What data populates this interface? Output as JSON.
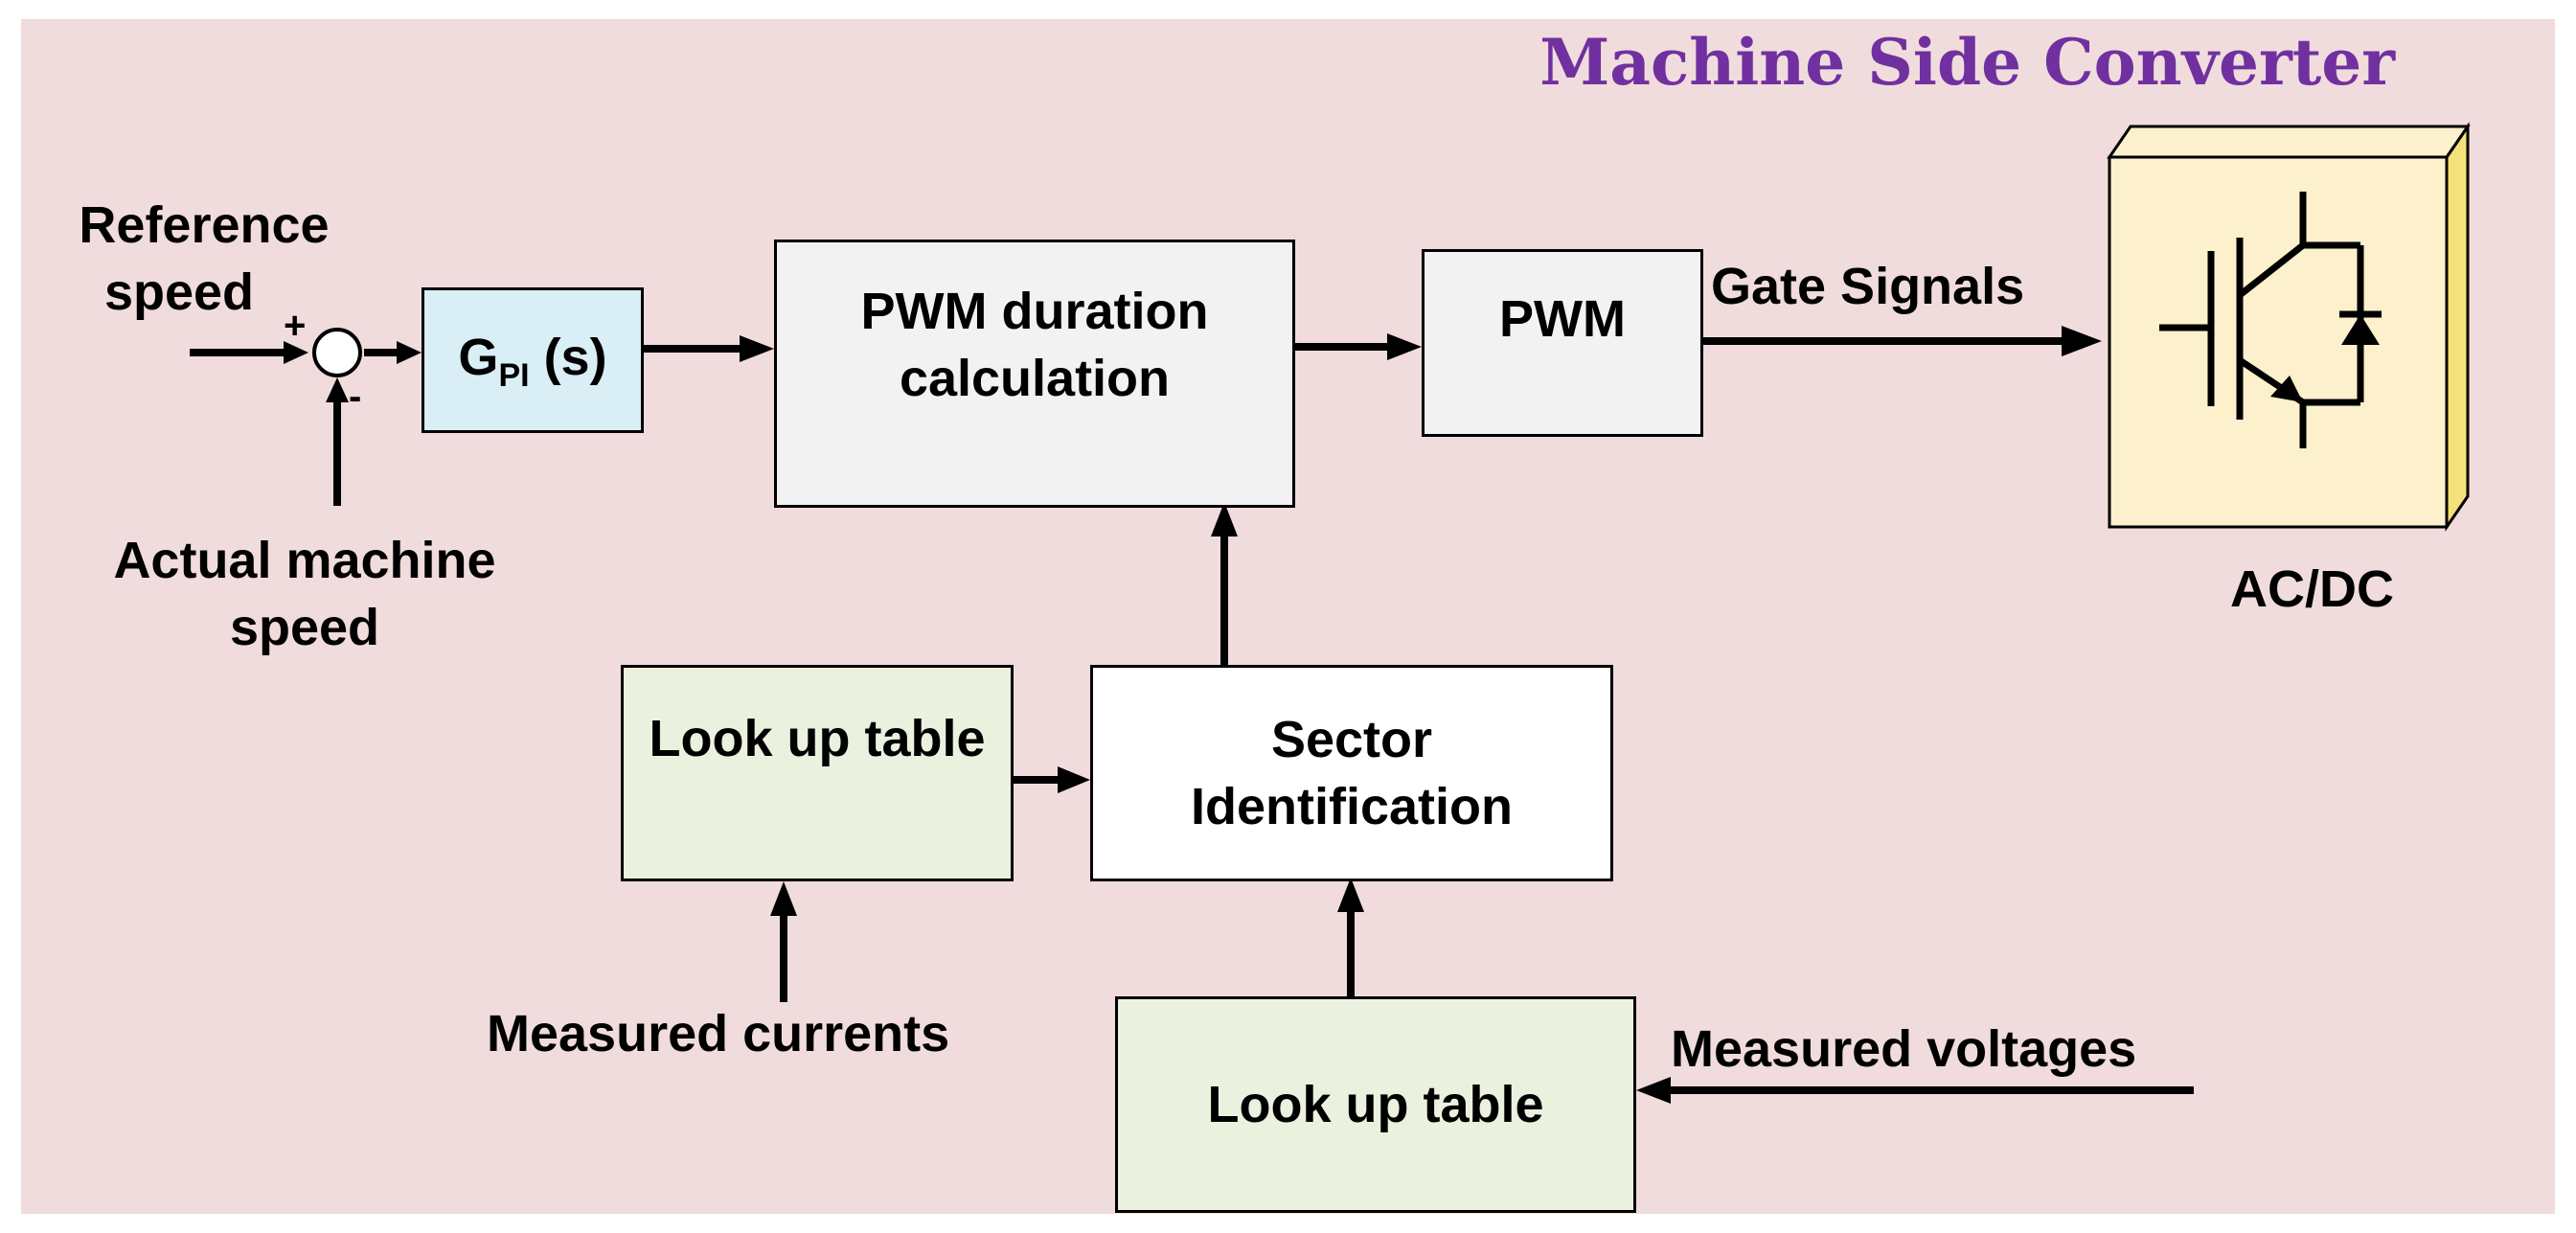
{
  "title": "Machine Side Converter",
  "inputs": {
    "reference_speed": [
      "Reference",
      "speed"
    ],
    "actual_speed": [
      "Actual machine",
      "speed"
    ],
    "measured_currents": "Measured currents",
    "measured_voltages": "Measured voltages"
  },
  "summing_junction": {
    "plus": "+",
    "minus": "-"
  },
  "controller": {
    "main": "G",
    "subscript": "PI",
    "suffix": " (s)"
  },
  "blocks": {
    "pwm_duration": [
      "PWM duration",
      "calculation"
    ],
    "pwm": "PWM",
    "sector": [
      "Sector",
      "Identification"
    ],
    "lookup_currents": "Look up table",
    "lookup_voltages": "Look up table"
  },
  "output": {
    "gate_signals": "Gate Signals",
    "converter": "AC/DC"
  },
  "colors": {
    "background": "#f0dcdc",
    "title": "#7030a0",
    "controller_fill": "#d9eef5",
    "neutral_fill": "#f2f2f2",
    "sector_fill": "#ffffff",
    "lookup_fill": "#eaf1de",
    "converter_front": "#fdf0cc",
    "converter_side": "#f4e17a"
  }
}
